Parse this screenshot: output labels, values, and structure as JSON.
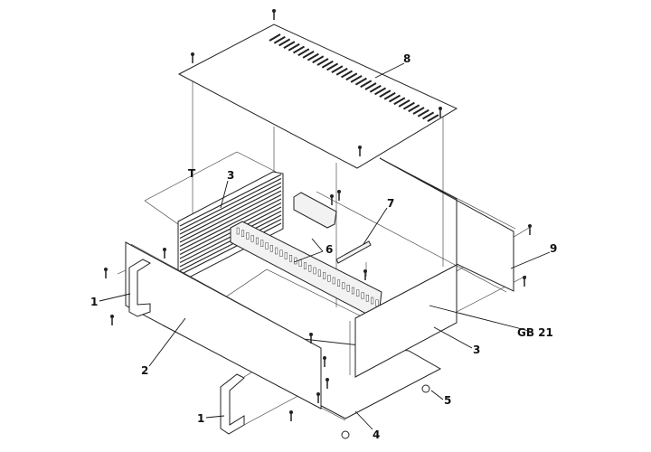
{
  "diagram": {
    "labels": {
      "cover": "8",
      "heatsink": "3",
      "dimension": "T",
      "card_guide_bar": "7",
      "card_guide_rail": "6",
      "rear_panel": "9",
      "handle_left": "1",
      "model": "GB 21",
      "front_panel": "2",
      "side_panel": "3",
      "handle_bottom": "1",
      "foot": "5",
      "bottom_plate": "4"
    }
  }
}
